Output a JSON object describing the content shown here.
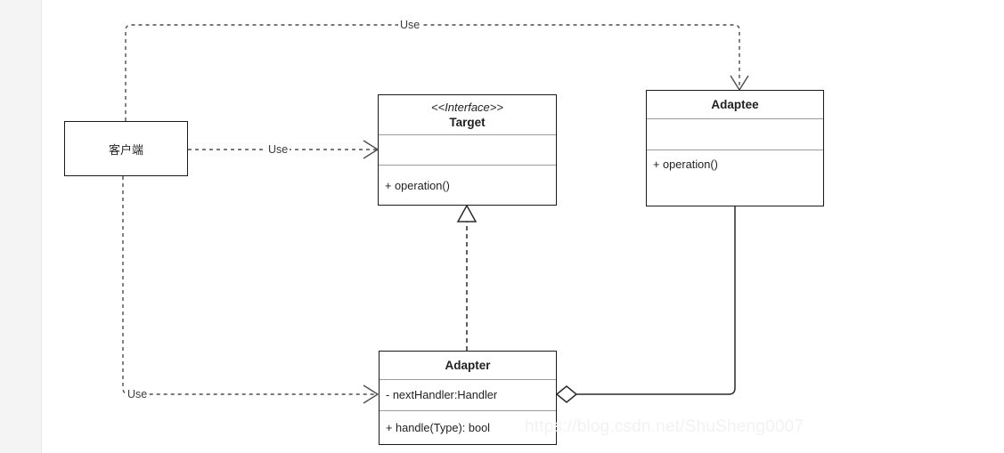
{
  "canvas": {
    "background_color": "#ffffff",
    "gutter_color": "#f4f4f4"
  },
  "diagram": {
    "type": "uml-class-diagram",
    "pattern_name": "Adapter",
    "classes": [
      {
        "id": "client",
        "name": "客户端",
        "stereotype": "",
        "attributes": [],
        "operations": [],
        "style": "plain-box"
      },
      {
        "id": "target",
        "name": "Target",
        "stereotype": "<<Interface>>",
        "attributes": [
          ""
        ],
        "operations": [
          "+ operation()"
        ],
        "style": "interface"
      },
      {
        "id": "adaptee",
        "name": "Adaptee",
        "stereotype": "",
        "attributes": [
          ""
        ],
        "operations": [
          "+ operation()"
        ],
        "style": "class"
      },
      {
        "id": "adapter",
        "name": "Adapter",
        "stereotype": "",
        "attributes": [
          "- nextHandler:Handler"
        ],
        "operations": [
          "+ handle(Type): bool"
        ],
        "style": "class"
      }
    ],
    "relationships": [
      {
        "id": "client-to-target",
        "from": "client",
        "to": "target",
        "label": "Use",
        "line": "dashed",
        "arrowhead": "open-arrow"
      },
      {
        "id": "client-to-adaptee",
        "from": "client",
        "to": "adaptee",
        "label": "Use",
        "line": "dashed",
        "arrowhead": "open-arrow"
      },
      {
        "id": "client-to-adapter",
        "from": "client",
        "to": "adapter",
        "label": "Use",
        "line": "dashed",
        "arrowhead": "open-arrow"
      },
      {
        "id": "adapter-realizes-target",
        "from": "adapter",
        "to": "target",
        "label": "",
        "line": "dashed",
        "arrowhead": "hollow-triangle"
      },
      {
        "id": "adapter-aggregates-adaptee",
        "from": "adapter",
        "to": "adaptee",
        "label": "",
        "line": "solid",
        "arrowhead": "hollow-diamond"
      }
    ]
  },
  "watermark": {
    "text": "https://blog.csdn.net/ShuSheng0007"
  }
}
